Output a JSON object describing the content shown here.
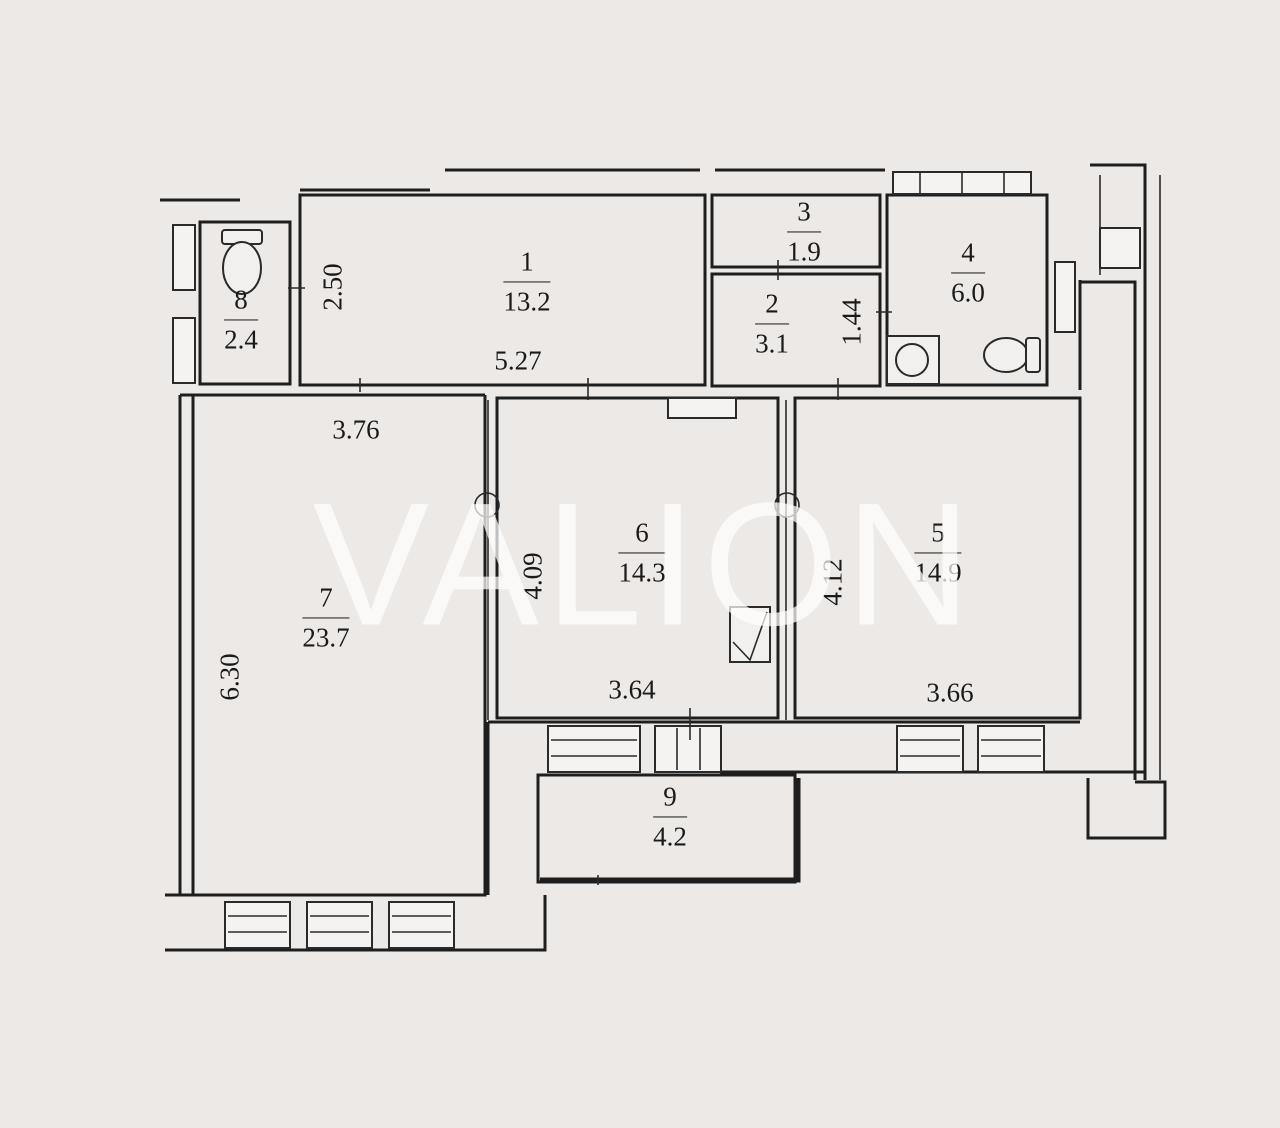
{
  "rooms": [
    {
      "id": "1",
      "area": "13.2"
    },
    {
      "id": "2",
      "area": "3.1"
    },
    {
      "id": "3",
      "area": "1.9"
    },
    {
      "id": "4",
      "area": "6.0"
    },
    {
      "id": "5",
      "area": "14.9"
    },
    {
      "id": "6",
      "area": "14.3"
    },
    {
      "id": "7",
      "area": "23.7"
    },
    {
      "id": "8",
      "area": "2.4"
    },
    {
      "id": "9",
      "area": "4.2"
    }
  ],
  "dimensions": {
    "hall_height": "2.50",
    "hall_width": "5.27",
    "corridor_height": "1.44",
    "room7_width": "3.76",
    "room7_height": "6.30",
    "room6_height": "4.09",
    "room6_width": "3.64",
    "room5_height": "4.12",
    "room5_width": "3.66"
  },
  "watermark": "VALION"
}
